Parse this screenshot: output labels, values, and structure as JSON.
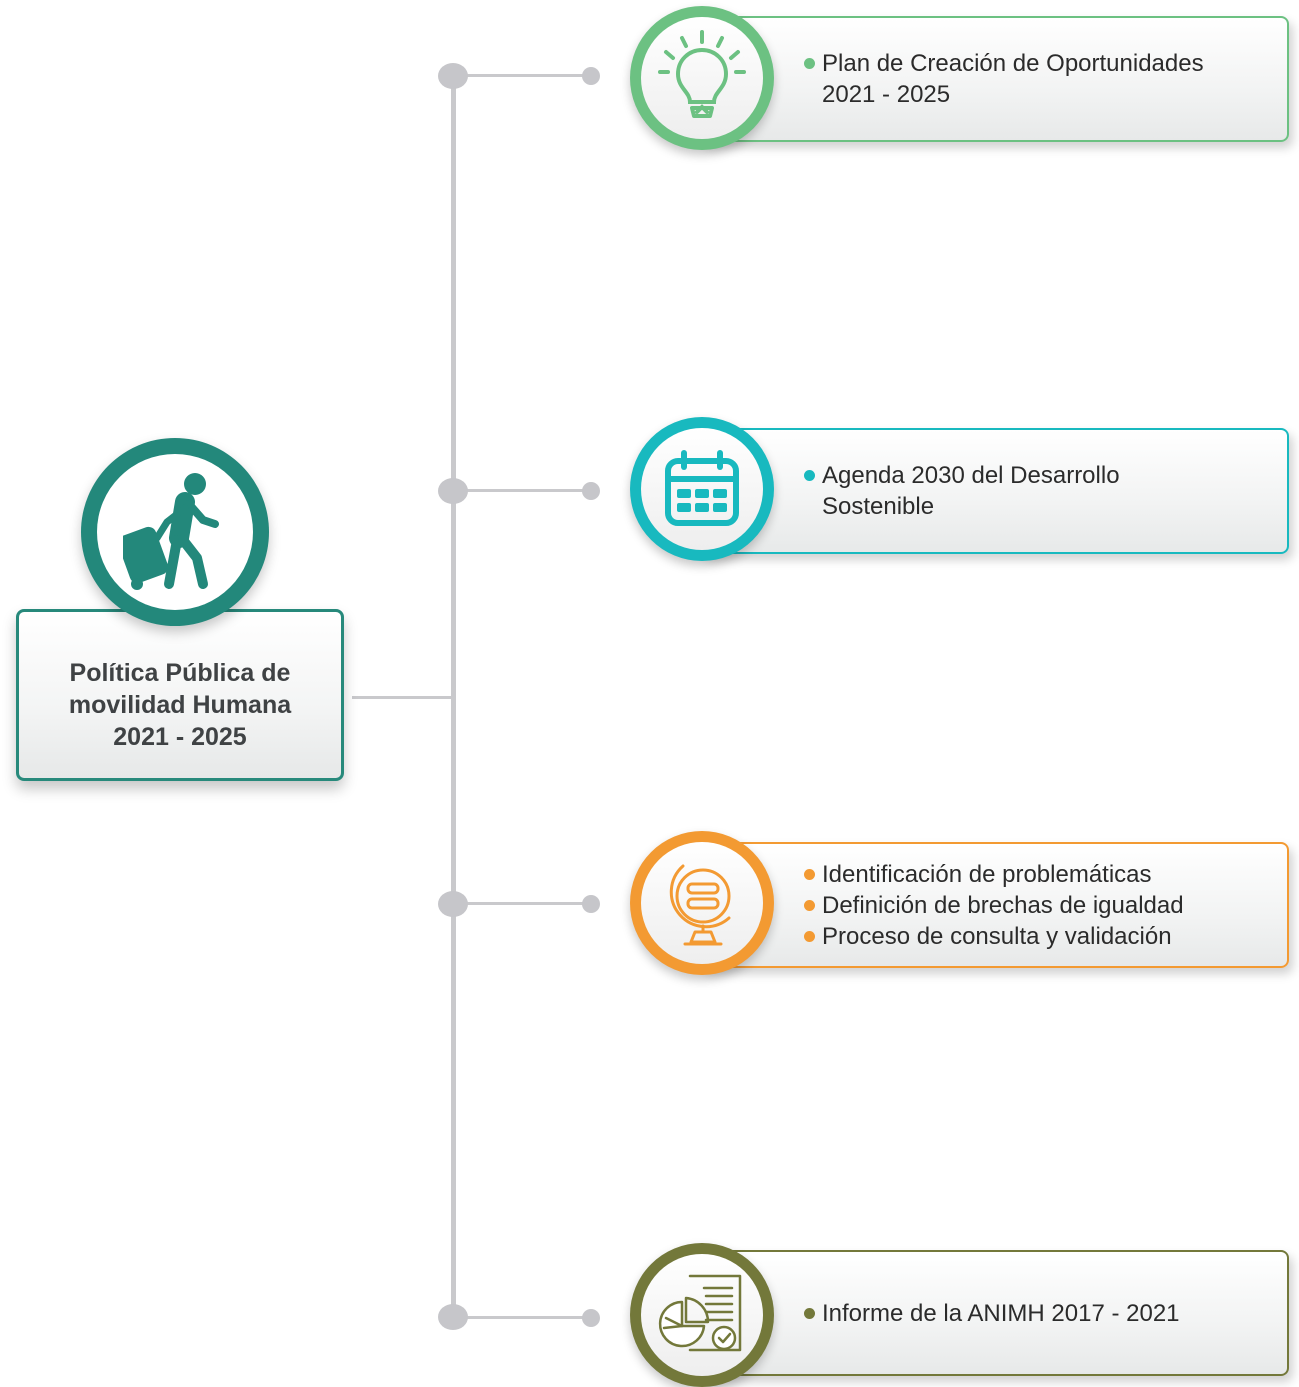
{
  "main": {
    "title": "Política Pública de\nmovilidad Humana\n2021 - 2025",
    "icon": "person-with-luggage-icon",
    "color": "#23887b"
  },
  "branches": [
    {
      "icon": "lightbulb-icon",
      "color": "#6cc182",
      "items": [
        "Plan de Creación de Oportunidades\n2021 - 2025"
      ]
    },
    {
      "icon": "calendar-icon",
      "color": "#18b9bf",
      "items": [
        "Agenda 2030 del Desarrollo\nSostenible"
      ]
    },
    {
      "icon": "globe-stand-icon",
      "color": "#f39a32",
      "items": [
        "Identificación de problemáticas",
        "Definición de brechas de igualdad",
        "Proceso de consulta y validación"
      ]
    },
    {
      "icon": "report-chart-icon",
      "color": "#73783a",
      "items": [
        "Informe de la ANIMH 2017 - 2021"
      ]
    }
  ]
}
